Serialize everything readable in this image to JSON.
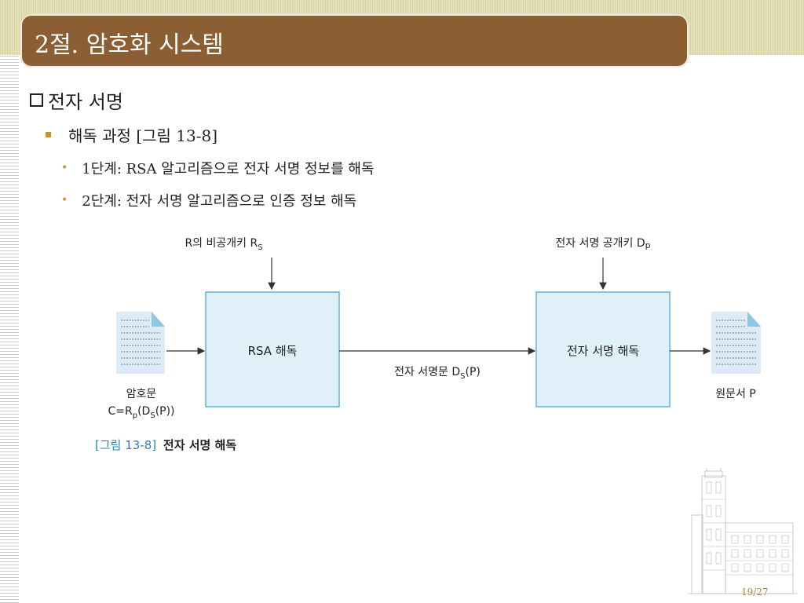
{
  "slide": {
    "title": "2절. 암호화 시스템",
    "page_number": "19/27"
  },
  "content": {
    "heading": "전자 서명",
    "subheading": "해독 과정 [그림 13-8]",
    "bullets": [
      "1단계: RSA 알고리즘으로 전자 서명 정보를 해독",
      "2단계: 전자 서명 알고리즘으로 인증 정보 해독"
    ]
  },
  "diagram": {
    "input_key_1": {
      "text": "R의 비공개키 R",
      "sub": "S"
    },
    "input_key_2": {
      "text": "전자 서명 공개키 D",
      "sub": "p"
    },
    "box_1": "RSA 해독",
    "box_2": "전자 서명 해독",
    "middle_label": {
      "text": "전자 서명문 D",
      "sub": "S",
      "suffix": "(P)"
    },
    "left_doc_label_1": "암호문",
    "left_doc_label_2": {
      "pre": "C=R",
      "sub1": "p",
      "mid": "(D",
      "sub2": "S",
      "post": "(P))"
    },
    "right_doc_label": "원문서 P",
    "colors": {
      "box_fill": "#dff0f8",
      "box_stroke": "#5fb6d6",
      "doc_fill": "#dcebf7",
      "doc_fold": "#8fc7e3"
    }
  },
  "caption": {
    "number": "[그림 13-8]",
    "title": "전자 서명 해독"
  }
}
